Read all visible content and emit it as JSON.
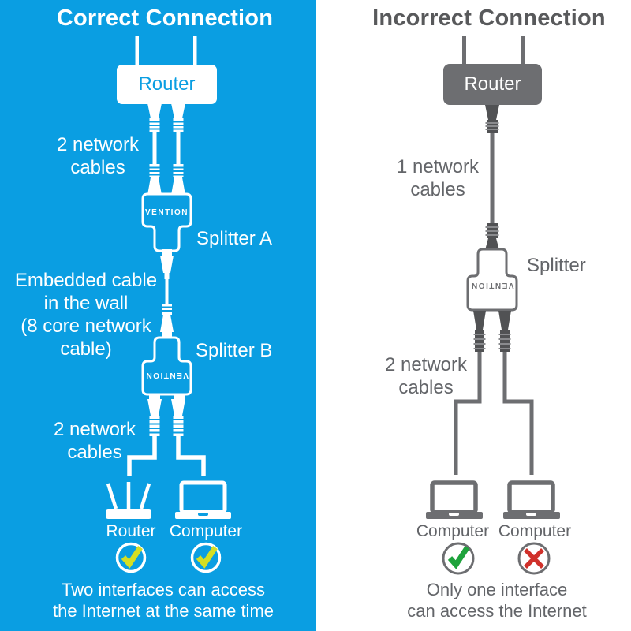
{
  "colors": {
    "left_background": "#0A9EE2",
    "right_background": "#FFFFFF",
    "white": "#FFFFFF",
    "title_gray": "#58595B",
    "text_gray": "#636569",
    "device_gray": "#6D6E71",
    "plug_dark_gray": "#515254",
    "check_yellow_green": "#D5DF23",
    "check_green": "#1FA33C",
    "cross_red": "#D0312B"
  },
  "left_panel": {
    "title": "Correct Connection",
    "router": {
      "label": "Router"
    },
    "cables_top": {
      "label": "2 network\ncables"
    },
    "splitter_a": {
      "brand": "VENTION",
      "label": "Splitter A"
    },
    "embedded_cable": {
      "label": "Embedded cable\nin the wall\n(8 core network\ncable)"
    },
    "splitter_b": {
      "brand": "VENTION",
      "label": "Splitter B"
    },
    "cables_bottom": {
      "label": "2 network\ncables"
    },
    "devices": [
      {
        "label": "Router"
      },
      {
        "label": "Computer"
      }
    ],
    "result": {
      "caption": "Two interfaces can access\nthe Internet at the same time"
    }
  },
  "right_panel": {
    "title": "Incorrect Connection",
    "router": {
      "label": "Router"
    },
    "cable_top": {
      "label": "1 network\ncables"
    },
    "splitter": {
      "brand": "VENTION",
      "label": "Splitter"
    },
    "cables_bottom": {
      "label": "2 network\ncables"
    },
    "devices": [
      {
        "label": "Computer"
      },
      {
        "label": "Computer"
      }
    ],
    "result": {
      "caption": "Only one interface\ncan access the Internet"
    }
  }
}
